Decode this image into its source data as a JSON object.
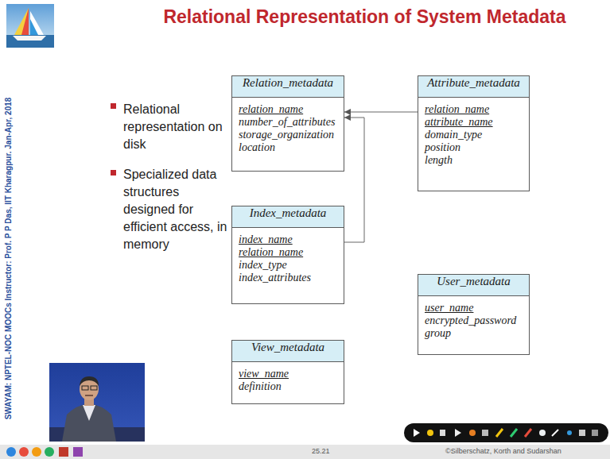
{
  "diagram": {
    "title": "Relational Representation of System Metadata",
    "nodes": [
      {
        "text": [
          "Relation_metadata",
          "relation_name",
          "number_of_attributes",
          "storage_organization",
          "location"
        ]
      },
      {
        "text": [
          "Attribute_metadata",
          "relation_name",
          "attribute_name",
          "domain_type",
          "position",
          "length"
        ]
      },
      {
        "text": [
          "Index_metadata",
          "index_name",
          "relation_name",
          "index_type",
          "index_attributes"
        ]
      },
      {
        "text": [
          "User_metadata",
          "user_name",
          "encrypted_password",
          "group"
        ]
      },
      {
        "text": [
          "View_metadata",
          "view_name",
          "definition"
        ]
      }
    ],
    "edges": [
      {
        "from": 1,
        "to": 0,
        "arrow": "to"
      },
      {
        "from": 2,
        "to": 0,
        "arrow": "to"
      }
    ],
    "labels": [
      "Relational representation on disk",
      "Specialized data structures designed for efficient access, in memory",
      "SWAYAM: NPTEL-NOC MOOCs Instructor: Prof. P P Das, IIT Kharagpur. Jan-Apr, 2018",
      "25.21",
      "©Silberschatz, Korth and Sudarshan"
    ]
  }
}
